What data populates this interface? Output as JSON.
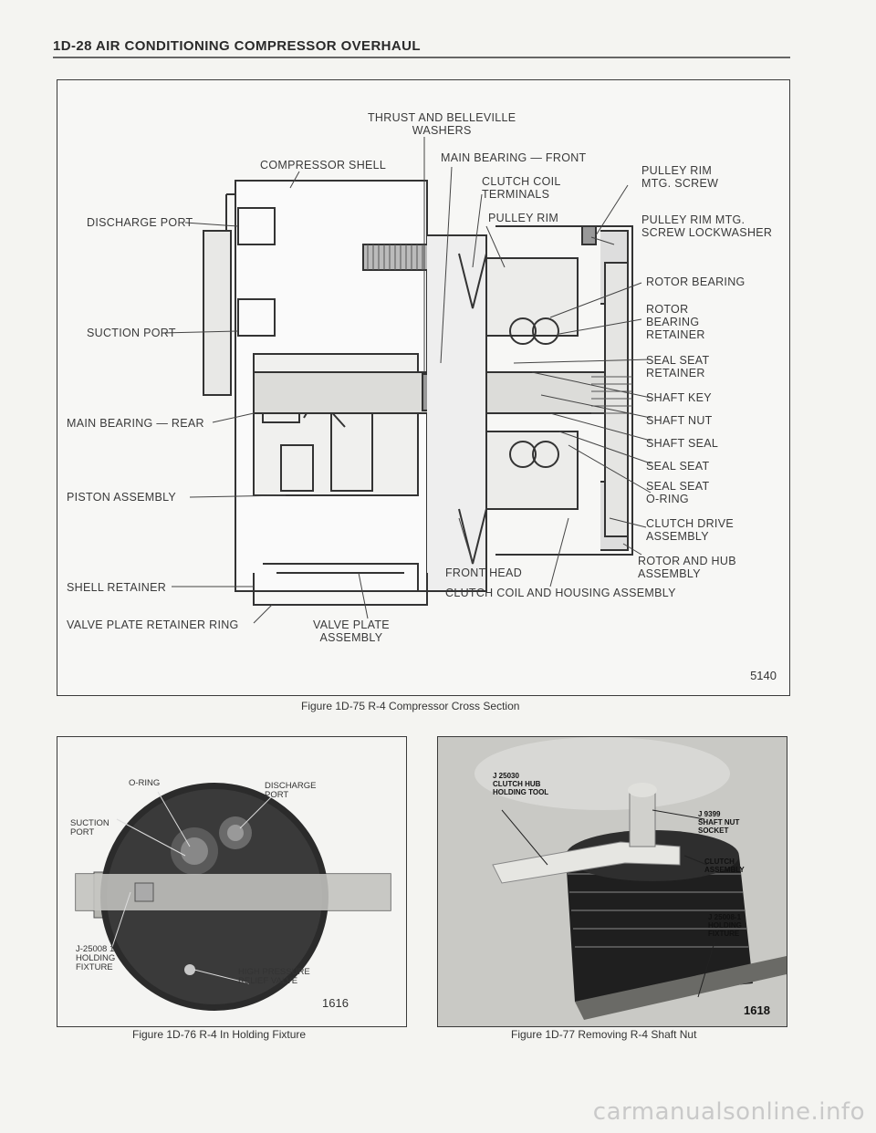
{
  "header": {
    "title": "1D-28  AIR CONDITIONING COMPRESSOR OVERHAUL"
  },
  "figure1": {
    "number": "5140",
    "caption": "Figure 1D-75 R-4 Compressor Cross Section",
    "labels": {
      "thrust_washers": "THRUST AND BELLEVILLE\nWASHERS",
      "compressor_shell": "COMPRESSOR SHELL",
      "main_bearing_front": "MAIN BEARING — FRONT",
      "clutch_coil_terminals": "CLUTCH COIL\nTERMINALS",
      "pulley_rim_mtg_screw": "PULLEY RIM\nMTG. SCREW",
      "discharge_port": "DISCHARGE PORT",
      "pulley_rim": "PULLEY RIM",
      "pulley_rim_lockwasher": "PULLEY RIM MTG.\nSCREW LOCKWASHER",
      "rotor_bearing": "ROTOR BEARING",
      "rotor_bearing_retainer": "ROTOR\nBEARING\nRETAINER",
      "suction_port": "SUCTION PORT",
      "seal_seat_retainer": "SEAL SEAT\nRETAINER",
      "shaft_key": "SHAFT KEY",
      "main_bearing_rear": "MAIN BEARING — REAR",
      "shaft_nut": "SHAFT NUT",
      "shaft_seal": "SHAFT SEAL",
      "seal_seat": "SEAL SEAT",
      "piston_assembly": "PISTON ASSEMBLY",
      "seal_seat_oring": "SEAL SEAT\nO-RING",
      "clutch_drive_assembly": "CLUTCH DRIVE\nASSEMBLY",
      "rotor_hub_assembly": "ROTOR AND HUB\nASSEMBLY",
      "front_head": "FRONT HEAD",
      "shell_retainer": "SHELL RETAINER",
      "clutch_coil_housing": "CLUTCH COIL AND HOUSING ASSEMBLY",
      "valve_plate_retainer_ring": "VALVE PLATE RETAINER RING",
      "valve_plate_assembly": "VALVE PLATE\nASSEMBLY"
    }
  },
  "figure2": {
    "number": "1616",
    "caption": "Figure 1D-76 R-4 In Holding Fixture",
    "labels": {
      "oring": "O-RING",
      "discharge_port": "DISCHARGE\nPORT",
      "suction_port": "SUCTION\nPORT",
      "holding_fixture": "J-25008 1\nHOLDING\nFIXTURE",
      "relief_valve": "HIGH PRESSURE\nRELIEF VALVE"
    }
  },
  "figure3": {
    "number": "1618",
    "caption": "Figure 1D-77 Removing R-4 Shaft Nut",
    "labels": {
      "hub_tool": "J 25030\nCLUTCH HUB\nHOLDING TOOL",
      "nut_socket": "J 9399\nSHAFT NUT\nSOCKET",
      "clutch_assembly": "CLUTCH\nASSEMBLY",
      "holding_fixture": "J 25008-1\nHOLDING\nFIXTURE"
    }
  },
  "watermark": "carmanualsonline.info"
}
